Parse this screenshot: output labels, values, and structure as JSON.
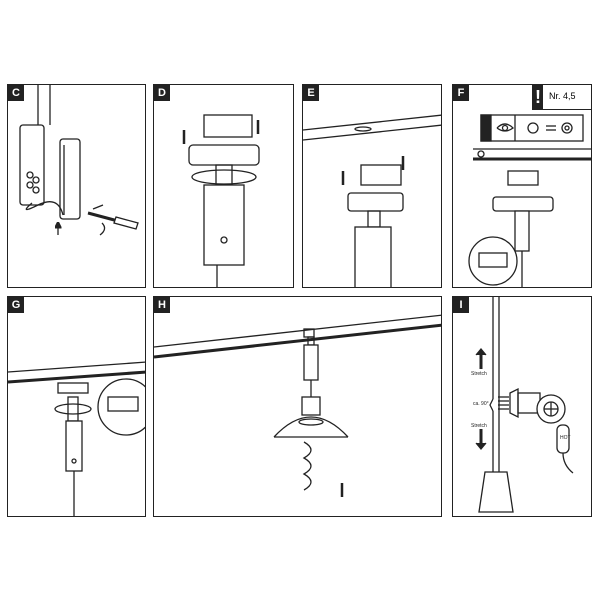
{
  "panels": {
    "C": {
      "label": "C"
    },
    "D": {
      "label": "D"
    },
    "E": {
      "label": "E"
    },
    "F": {
      "label": "F",
      "note": "Nr. 4,5"
    },
    "G": {
      "label": "G"
    },
    "H": {
      "label": "H"
    },
    "I": {
      "label": "I",
      "stretch_top": "Stretch",
      "angle": "ca. 90°",
      "stretch_bottom": "Stretch",
      "hot": "HOT"
    }
  }
}
